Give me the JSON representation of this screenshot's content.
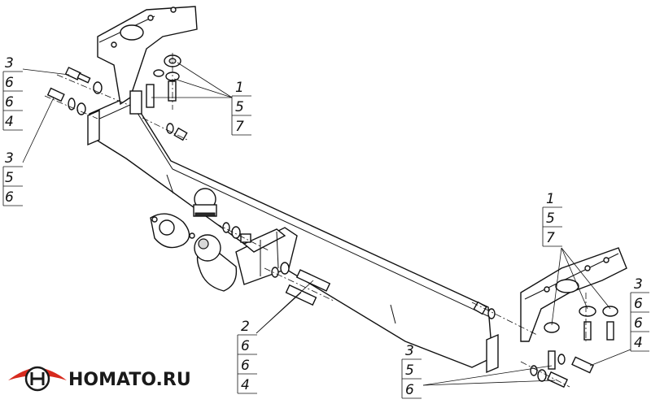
{
  "callouts": {
    "top_left": [
      "3",
      "6",
      "6",
      "4"
    ],
    "mid_left": [
      "3",
      "5",
      "6"
    ],
    "top_center": [
      "1",
      "5",
      "7"
    ],
    "right_upper": [
      "1",
      "5",
      "7"
    ],
    "right_lower": [
      "3",
      "6",
      "6",
      "4"
    ],
    "bottom_left": [
      "2",
      "6",
      "6",
      "4"
    ],
    "bottom_center": [
      "3",
      "5",
      "6"
    ]
  },
  "brand": {
    "name": "HOMATO.RU"
  }
}
